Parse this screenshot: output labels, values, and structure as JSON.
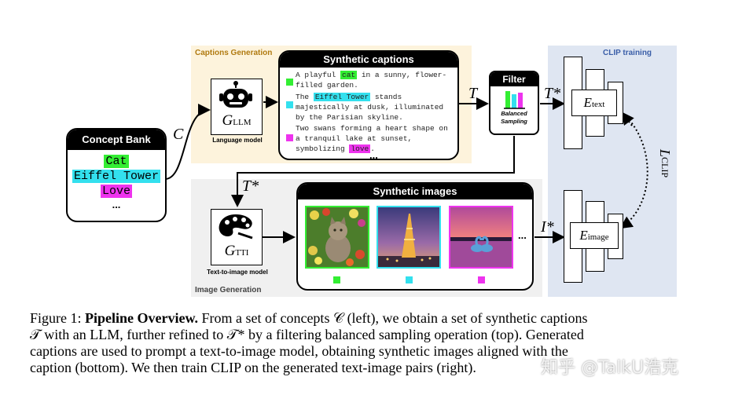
{
  "regions": {
    "captions_generation": "Captions Generation",
    "image_generation": "Image Generation",
    "clip_training": "CLIP training"
  },
  "concept_bank": {
    "title": "Concept Bank",
    "items": [
      {
        "text": "Cat",
        "color": "#33ee33"
      },
      {
        "text": "Eiffel Tower",
        "color": "#33e0ee"
      },
      {
        "text": "Love",
        "color": "#ee33ee"
      }
    ],
    "ellipsis": "..."
  },
  "llm": {
    "symbol": "G",
    "subscript": "LLM",
    "label": "Language model"
  },
  "synthetic_captions": {
    "title": "Synthetic captions",
    "captions": [
      {
        "before": "A playful ",
        "highlight": "cat",
        "after": " in a sunny, flower-filled garden.",
        "color": "#33ee33"
      },
      {
        "before": "The ",
        "highlight": "Eiffel Tower",
        "after": " stands majestically at dusk, illuminated by the Parisian skyline.",
        "color": "#33e0ee"
      },
      {
        "before": "Two swans forming a heart shape on a tranquil lake at sunset, symbolizing ",
        "highlight": "love",
        "after": ".",
        "color": "#ee33ee"
      }
    ],
    "ellipsis": "..."
  },
  "filter": {
    "title": "Filter",
    "label_line1": "Balanced",
    "label_line2": "Sampling",
    "bar_colors": [
      "#33ee33",
      "#33e0ee",
      "#ee33ee"
    ]
  },
  "clip": {
    "text_encoder": "E",
    "text_sub": "text",
    "image_encoder": "E",
    "image_sub": "image",
    "loss": "L",
    "loss_sub": "CLIP"
  },
  "tti": {
    "symbol": "G",
    "subscript": "TTI",
    "label": "Text-to-image model"
  },
  "synthetic_images": {
    "title": "Synthetic images",
    "images": [
      {
        "name": "cat-image",
        "color": "#33ee33"
      },
      {
        "name": "eiffel-image",
        "color": "#33e0ee"
      },
      {
        "name": "swans-image",
        "color": "#ee33ee"
      }
    ],
    "ellipsis": "..."
  },
  "arrows": {
    "concepts": "C",
    "captions": "T",
    "filtered": "T*",
    "images": "I*"
  },
  "figure_caption": {
    "prefix": "Figure 1: ",
    "bold": "Pipeline Overview.",
    "line1_rest": " From a set of concepts 𝒞 (left), we obtain a set of synthetic captions",
    "line2": "𝒯 with an LLM, further refined to 𝒯* by a filtering balanced sampling operation (top). Generated",
    "line3": "captions are used to prompt a text-to-image model, obtaining synthetic images aligned with the",
    "line4": "caption (bottom). We then train CLIP on the generated text-image pairs (right)."
  },
  "watermark": "知乎 @TalkU浩克"
}
